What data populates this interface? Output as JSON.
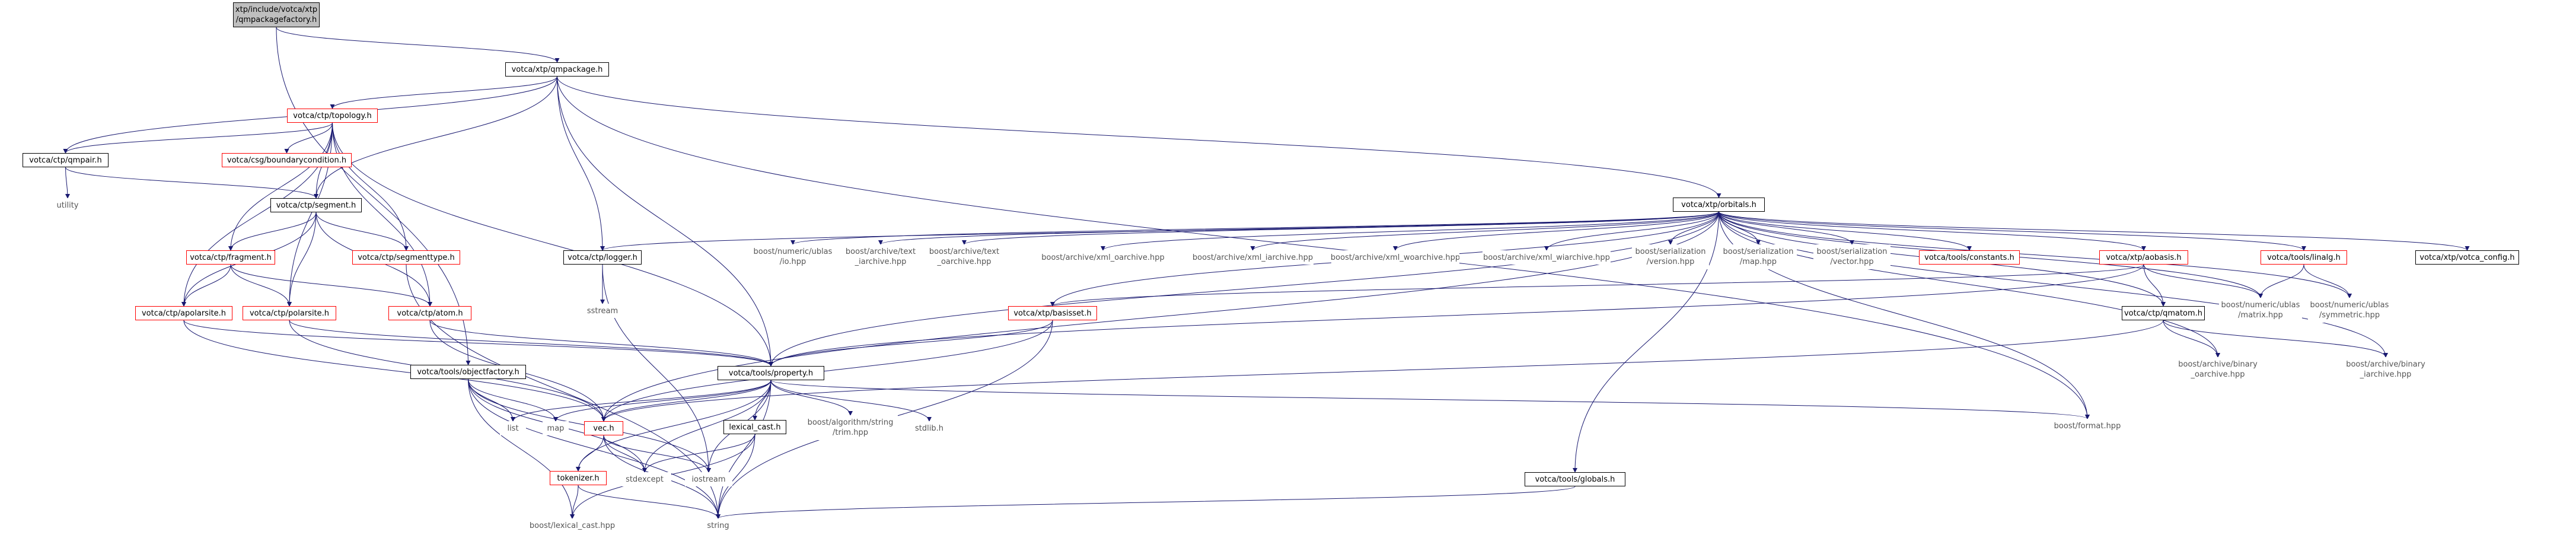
{
  "diagram": {
    "type": "include-dependency-graph",
    "style": {
      "edge_color_root": "#191970",
      "edge_color": "#191970",
      "border_plain": "#000000",
      "border_red": "#ff0000",
      "root_fill": "#bfbfbf",
      "text_gray": "#555555"
    },
    "nodes": {
      "root": {
        "label": "xtp/include/votca/xtp\n/qmpackagefactory.h",
        "style": "root"
      },
      "qmpackage": {
        "label": "votca/xtp/qmpackage.h",
        "style": "plain"
      },
      "topology": {
        "label": "votca/ctp/topology.h",
        "style": "red"
      },
      "boundary": {
        "label": "votca/csg/boundarycondition.h",
        "style": "red"
      },
      "qmpair": {
        "label": "votca/ctp/qmpair.h",
        "style": "plain"
      },
      "utility": {
        "label": "utility",
        "style": "none"
      },
      "segment": {
        "label": "votca/ctp/segment.h",
        "style": "plain"
      },
      "fragment": {
        "label": "votca/ctp/fragment.h",
        "style": "red"
      },
      "segmenttype": {
        "label": "votca/ctp/segmenttype.h",
        "style": "red"
      },
      "apolarsite": {
        "label": "votca/ctp/apolarsite.h",
        "style": "red"
      },
      "polarsite": {
        "label": "votca/ctp/polarsite.h",
        "style": "red"
      },
      "atom": {
        "label": "votca/ctp/atom.h",
        "style": "red"
      },
      "objectfactory": {
        "label": "votca/tools/objectfactory.h",
        "style": "plain"
      },
      "logger": {
        "label": "votca/ctp/logger.h",
        "style": "plain"
      },
      "sstream": {
        "label": "sstream",
        "style": "none"
      },
      "orbitals": {
        "label": "votca/xtp/orbitals.h",
        "style": "plain"
      },
      "ublas_io": {
        "label": "boost/numeric/ublas\n/io.hpp",
        "style": "none"
      },
      "text_iarchive": {
        "label": "boost/archive/text\n_iarchive.hpp",
        "style": "none"
      },
      "text_oarchive": {
        "label": "boost/archive/text\n_oarchive.hpp",
        "style": "none"
      },
      "xml_oarchive": {
        "label": "boost/archive/xml_oarchive.hpp",
        "style": "none"
      },
      "xml_iarchive": {
        "label": "boost/archive/xml_iarchive.hpp",
        "style": "none"
      },
      "xml_woarchive": {
        "label": "boost/archive/xml_woarchive.hpp",
        "style": "none"
      },
      "xml_wiarchive": {
        "label": "boost/archive/xml_wiarchive.hpp",
        "style": "none"
      },
      "ser_version": {
        "label": "boost/serialization\n/version.hpp",
        "style": "none"
      },
      "ser_map": {
        "label": "boost/serialization\n/map.hpp",
        "style": "none"
      },
      "ser_vector": {
        "label": "boost/serialization\n/vector.hpp",
        "style": "none"
      },
      "constants": {
        "label": "votca/tools/constants.h",
        "style": "red"
      },
      "aobasis": {
        "label": "votca/xtp/aobasis.h",
        "style": "red"
      },
      "linalg": {
        "label": "votca/tools/linalg.h",
        "style": "red"
      },
      "votca_config": {
        "label": "votca/xtp/votca_config.h",
        "style": "plain"
      },
      "basisset": {
        "label": "votca/xtp/basisset.h",
        "style": "red"
      },
      "qmatom": {
        "label": "votca/ctp/qmatom.h",
        "style": "plain"
      },
      "ublas_matrix": {
        "label": "boost/numeric/ublas\n/matrix.hpp",
        "style": "none"
      },
      "ublas_symmetric": {
        "label": "boost/numeric/ublas\n/symmetric.hpp",
        "style": "none"
      },
      "binary_oarchive": {
        "label": "boost/archive/binary\n_oarchive.hpp",
        "style": "none"
      },
      "binary_iarchive": {
        "label": "boost/archive/binary\n_iarchive.hpp",
        "style": "none"
      },
      "property": {
        "label": "votca/tools/property.h",
        "style": "plain"
      },
      "list": {
        "label": "list",
        "style": "none"
      },
      "map": {
        "label": "map",
        "style": "none"
      },
      "vec": {
        "label": "vec.h",
        "style": "red"
      },
      "lexical_cast_h": {
        "label": "lexical_cast.h",
        "style": "plain"
      },
      "algorithm_trim": {
        "label": "boost/algorithm/string\n/trim.hpp",
        "style": "none"
      },
      "stdlib": {
        "label": "stdlib.h",
        "style": "none"
      },
      "format": {
        "label": "boost/format.hpp",
        "style": "none"
      },
      "tokenizer": {
        "label": "tokenizer.h",
        "style": "red"
      },
      "stdexcept": {
        "label": "stdexcept",
        "style": "none"
      },
      "iostream": {
        "label": "iostream",
        "style": "none"
      },
      "globals": {
        "label": "votca/tools/globals.h",
        "style": "plain"
      },
      "boost_lexical_cast": {
        "label": "boost/lexical_cast.hpp",
        "style": "none"
      },
      "string": {
        "label": "string",
        "style": "none"
      }
    },
    "edges": [
      [
        "root",
        "qmpackage"
      ],
      [
        "root",
        "objectfactory"
      ],
      [
        "qmpackage",
        "topology"
      ],
      [
        "qmpackage",
        "qmpair"
      ],
      [
        "qmpackage",
        "segment"
      ],
      [
        "qmpackage",
        "logger"
      ],
      [
        "qmpackage",
        "orbitals"
      ],
      [
        "qmpackage",
        "property"
      ],
      [
        "qmpackage",
        "format"
      ],
      [
        "topology",
        "boundary"
      ],
      [
        "topology",
        "qmpair"
      ],
      [
        "topology",
        "segment"
      ],
      [
        "topology",
        "fragment"
      ],
      [
        "topology",
        "segmenttype"
      ],
      [
        "topology",
        "apolarsite"
      ],
      [
        "topology",
        "polarsite"
      ],
      [
        "topology",
        "atom"
      ],
      [
        "topology",
        "property"
      ],
      [
        "qmpair",
        "utility"
      ],
      [
        "qmpair",
        "segment"
      ],
      [
        "segment",
        "fragment"
      ],
      [
        "segment",
        "segmenttype"
      ],
      [
        "segment",
        "apolarsite"
      ],
      [
        "segment",
        "polarsite"
      ],
      [
        "segment",
        "atom"
      ],
      [
        "fragment",
        "apolarsite"
      ],
      [
        "fragment",
        "polarsite"
      ],
      [
        "fragment",
        "atom"
      ],
      [
        "apolarsite",
        "vec"
      ],
      [
        "apolarsite",
        "property"
      ],
      [
        "polarsite",
        "vec"
      ],
      [
        "polarsite",
        "property"
      ],
      [
        "atom",
        "vec"
      ],
      [
        "atom",
        "property"
      ],
      [
        "segmenttype",
        "string"
      ],
      [
        "objectfactory",
        "list"
      ],
      [
        "objectfactory",
        "map"
      ],
      [
        "objectfactory",
        "stdexcept"
      ],
      [
        "objectfactory",
        "iostream"
      ],
      [
        "objectfactory",
        "boost_lexical_cast"
      ],
      [
        "objectfactory",
        "string"
      ],
      [
        "logger",
        "sstream"
      ],
      [
        "logger",
        "iostream"
      ],
      [
        "orbitals",
        "logger"
      ],
      [
        "orbitals",
        "ublas_io"
      ],
      [
        "orbitals",
        "text_iarchive"
      ],
      [
        "orbitals",
        "text_oarchive"
      ],
      [
        "orbitals",
        "xml_oarchive"
      ],
      [
        "orbitals",
        "xml_iarchive"
      ],
      [
        "orbitals",
        "xml_woarchive"
      ],
      [
        "orbitals",
        "xml_wiarchive"
      ],
      [
        "orbitals",
        "ser_version"
      ],
      [
        "orbitals",
        "ser_map"
      ],
      [
        "orbitals",
        "ser_vector"
      ],
      [
        "orbitals",
        "constants"
      ],
      [
        "orbitals",
        "aobasis"
      ],
      [
        "orbitals",
        "linalg"
      ],
      [
        "orbitals",
        "votca_config"
      ],
      [
        "orbitals",
        "basisset"
      ],
      [
        "orbitals",
        "qmatom"
      ],
      [
        "orbitals",
        "ublas_matrix"
      ],
      [
        "orbitals",
        "ublas_symmetric"
      ],
      [
        "orbitals",
        "binary_oarchive"
      ],
      [
        "orbitals",
        "binary_iarchive"
      ],
      [
        "orbitals",
        "property"
      ],
      [
        "orbitals",
        "vec"
      ],
      [
        "orbitals",
        "format"
      ],
      [
        "orbitals",
        "globals"
      ],
      [
        "aobasis",
        "basisset"
      ],
      [
        "aobasis",
        "qmatom"
      ],
      [
        "aobasis",
        "ublas_matrix"
      ],
      [
        "aobasis",
        "property"
      ],
      [
        "linalg",
        "ublas_matrix"
      ],
      [
        "linalg",
        "ublas_symmetric"
      ],
      [
        "basisset",
        "property"
      ],
      [
        "basisset",
        "vec"
      ],
      [
        "basisset",
        "string"
      ],
      [
        "qmatom",
        "vec"
      ],
      [
        "qmatom",
        "binary_oarchive"
      ],
      [
        "qmatom",
        "binary_iarchive"
      ],
      [
        "property",
        "list"
      ],
      [
        "property",
        "map"
      ],
      [
        "property",
        "vec"
      ],
      [
        "property",
        "lexical_cast_h"
      ],
      [
        "property",
        "algorithm_trim"
      ],
      [
        "property",
        "stdlib"
      ],
      [
        "property",
        "format"
      ],
      [
        "property",
        "tokenizer"
      ],
      [
        "property",
        "stdexcept"
      ],
      [
        "property",
        "iostream"
      ],
      [
        "property",
        "string"
      ],
      [
        "vec",
        "tokenizer"
      ],
      [
        "vec",
        "stdexcept"
      ],
      [
        "vec",
        "iostream"
      ],
      [
        "vec",
        "string"
      ],
      [
        "lexical_cast_h",
        "stdexcept"
      ],
      [
        "lexical_cast_h",
        "boost_lexical_cast"
      ],
      [
        "lexical_cast_h",
        "string"
      ],
      [
        "tokenizer",
        "boost_lexical_cast"
      ],
      [
        "tokenizer",
        "string"
      ],
      [
        "globals",
        "string"
      ]
    ]
  }
}
